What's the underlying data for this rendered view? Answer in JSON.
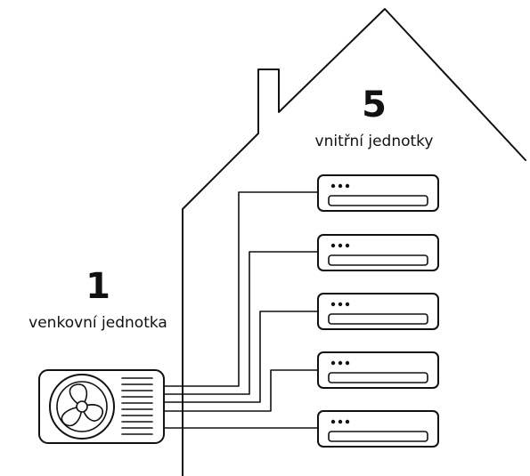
{
  "indoor": {
    "count": "5",
    "label": "vnitřní jednotky",
    "unit_count": 5
  },
  "outdoor": {
    "count": "1",
    "label": "venkovní jednotka"
  },
  "colors": {
    "line": "#111111",
    "background": "#ffffff"
  }
}
